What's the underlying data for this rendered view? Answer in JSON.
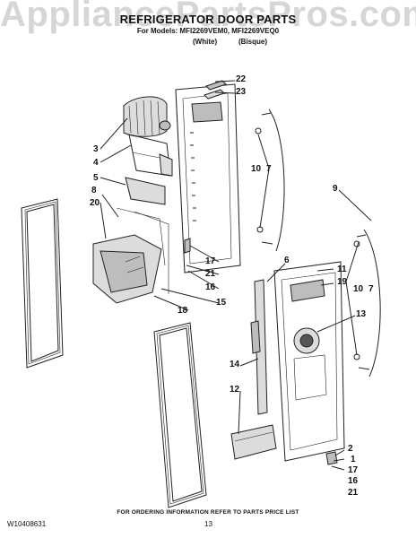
{
  "watermark": "AppliancePartsPros.com",
  "header": {
    "title": "REFRIGERATOR DOOR PARTS",
    "models": "For Models: MFI2269VEM0, MFI2269VEQ0",
    "variants": [
      "(White)",
      "(Bisque)"
    ]
  },
  "callouts": {
    "c22": "22",
    "c23": "23",
    "c3": "3",
    "c4": "4",
    "c5": "5",
    "c8": "8",
    "c20": "20",
    "c10a": "10",
    "c7a": "7",
    "c9": "9",
    "c17a": "17",
    "c21a": "21",
    "c16a": "16",
    "c15": "15",
    "c18": "18",
    "c6": "6",
    "c11": "11",
    "c19": "19",
    "c10b": "10",
    "c7b": "7",
    "c13": "13",
    "c14": "14",
    "c12": "12",
    "c2": "2",
    "c1": "1",
    "c17b": "17",
    "c16b": "16",
    "c21b": "21"
  },
  "footer": {
    "note": "FOR ORDERING INFORMATION REFER TO PARTS PRICE LIST",
    "doc_number": "W10408631",
    "page_number": "13"
  }
}
